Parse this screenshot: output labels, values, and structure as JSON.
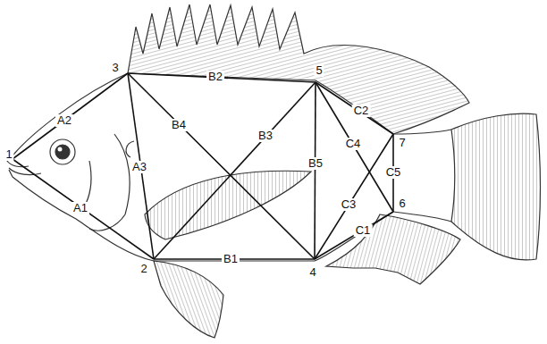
{
  "diagram": {
    "labels": [
      "1",
      "2",
      "3",
      "4",
      "5",
      "6",
      "7",
      "A1",
      "A2",
      "A3",
      "B1",
      "B2",
      "B3",
      "B4",
      "B5",
      "C1",
      "C2",
      "C3",
      "C4",
      "C5"
    ]
  }
}
